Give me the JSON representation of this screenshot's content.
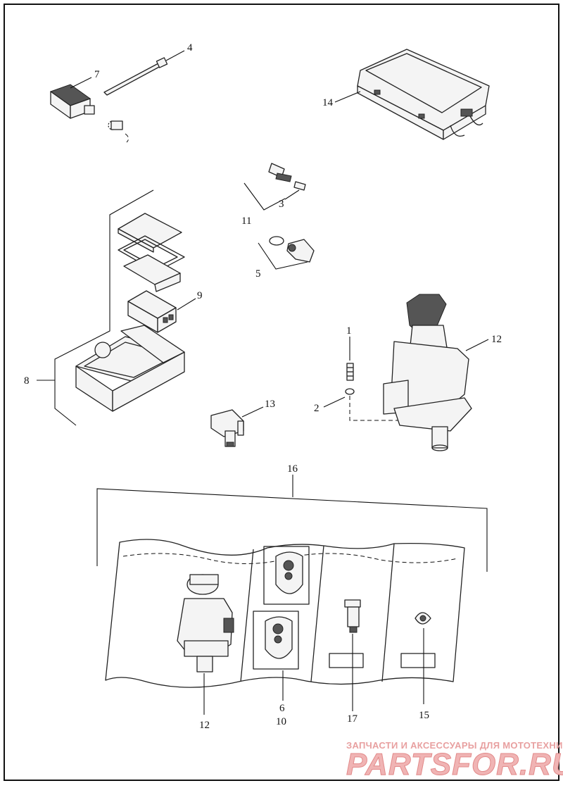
{
  "callouts": {
    "c1": "1",
    "c2": "2",
    "c3": "3",
    "c4": "4",
    "c5": "5",
    "c6": "6",
    "c7": "7",
    "c8": "8",
    "c9": "9",
    "c10": "10",
    "c11": "11",
    "c12a": "12",
    "c12b": "12",
    "c13": "13",
    "c14": "14",
    "c15": "15",
    "c16": "16",
    "c17": "17"
  },
  "watermark": {
    "tagline": "ЗАПЧАСТИ И АКСЕССУАРЫ ДЛЯ МОТОТЕХНИКИ",
    "logo": "PARTSFOR.RU"
  }
}
